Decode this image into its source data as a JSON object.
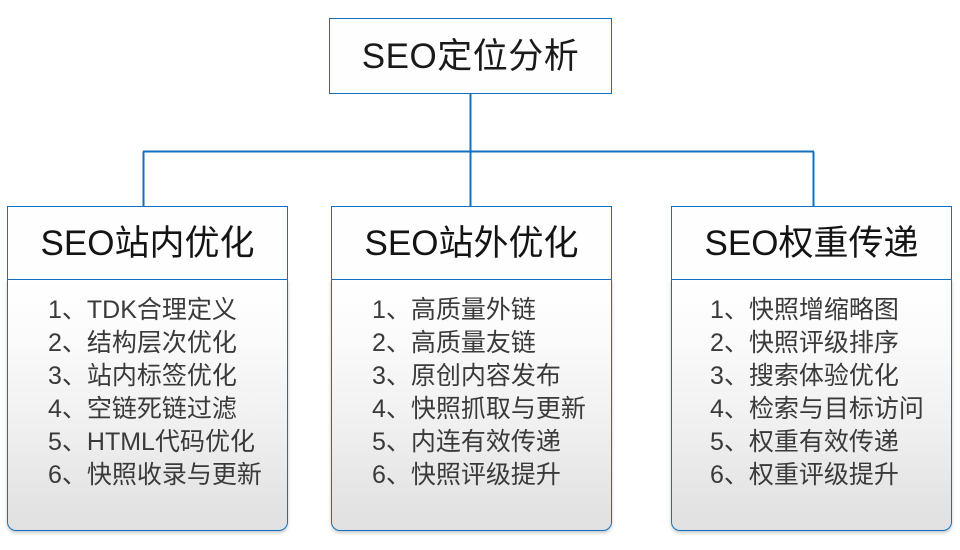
{
  "diagram": {
    "type": "org-chart",
    "root": {
      "label": "SEO定位分析"
    },
    "branches": [
      {
        "header": "SEO站内优化",
        "items": [
          "1、TDK合理定义",
          "2、结构层次优化",
          "3、站内标签优化",
          "4、空链死链过滤",
          "5、HTML代码优化",
          "6、快照收录与更新"
        ]
      },
      {
        "header": "SEO站外优化",
        "items": [
          "1、高质量外链",
          "2、高质量友链",
          "3、原创内容发布",
          "4、快照抓取与更新",
          "5、内连有效传递",
          "6、快照评级提升"
        ]
      },
      {
        "header": "SEO权重传递",
        "items": [
          "1、快照增缩略图",
          "2、快照评级排序",
          "3、搜索体验优化",
          "4、检索与目标访问",
          "5、权重有效传递",
          "6、权重评级提升"
        ]
      }
    ],
    "colors": {
      "border": "#1170c0",
      "connector": "#1170c0",
      "text": "#1a1a1a",
      "list_text": "#3a3a3a",
      "background": "#ffffff"
    }
  }
}
